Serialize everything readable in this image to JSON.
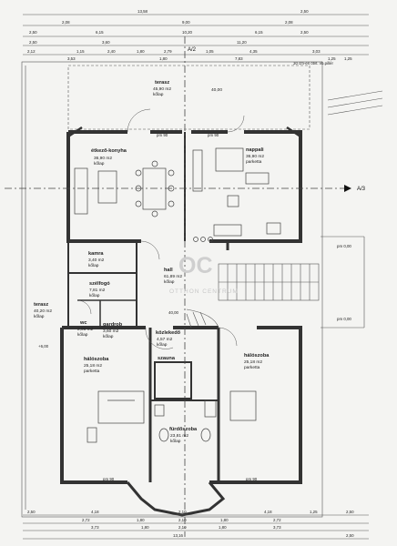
{
  "dims_top": [
    "13,58",
    "2,08",
    "9,00",
    "2,08",
    "2,50",
    "2,50",
    "6,15",
    "10,20",
    "6,15",
    "2,50",
    "2,50",
    "2,12",
    "3,60",
    "11,20",
    "1,15",
    "2,40",
    "1,80",
    "2,79",
    "1,05",
    "4,35",
    "3,03",
    "3,53",
    "1,80",
    "7,83",
    "1,25",
    "1,25"
  ],
  "dims_bottom": [
    "2,50",
    "4,18",
    "2,10",
    "4,18",
    "1,25",
    "2,50",
    "2,72",
    "1,80",
    "2,10",
    "1,80",
    "2,72",
    "3,73",
    "1,80",
    "2,10",
    "1,80",
    "3,73",
    "13,16",
    "2,50"
  ],
  "roof_note": "30 cm-es ötvt. vb.pillér",
  "section_labels": {
    "a2": "A/2",
    "a3": "A/3"
  },
  "rooms": [
    {
      "id": "terasz-top",
      "name": "terasz",
      "area": "45,90 m2",
      "floor": "kőlap",
      "level": "40,00"
    },
    {
      "id": "etkezo",
      "name": "étkező-konyha",
      "area": "36,90 m2",
      "floor": "kőlap"
    },
    {
      "id": "nappali",
      "name": "nappali",
      "area": "36,90 m2",
      "floor": "parketta"
    },
    {
      "id": "kamra",
      "name": "kamra",
      "area": "3,40 m2",
      "floor": "kőlap"
    },
    {
      "id": "szelfogo",
      "name": "szélfogó",
      "area": "7,81 m2",
      "floor": "kőlap"
    },
    {
      "id": "hall",
      "name": "hall",
      "area": "61,89 m2",
      "floor": "kőlap"
    },
    {
      "id": "terasz-left",
      "name": "terasz",
      "area": "40,20 m2",
      "floor": "kőlap"
    },
    {
      "id": "wc",
      "name": "wc",
      "area": "2,96 m2",
      "floor": "kőlap"
    },
    {
      "id": "gardrob",
      "name": "gardrob",
      "area": "3,60 m2",
      "floor": "kőlap"
    },
    {
      "id": "kozlekedo",
      "name": "közlekedő",
      "area": "4,57 m2",
      "floor": "kőlap"
    },
    {
      "id": "szauna",
      "name": "szauna",
      "area": "",
      "floor": ""
    },
    {
      "id": "halo1",
      "name": "hálószoba",
      "area": "25,18 m2",
      "floor": "parketta"
    },
    {
      "id": "furdo",
      "name": "fürdőszoba",
      "area": "23,81 m2",
      "floor": "kőlap"
    },
    {
      "id": "halo2",
      "name": "hálószoba",
      "area": "25,18 m2",
      "floor": "parketta"
    }
  ],
  "levels": {
    "pm90": "pm 90",
    "pm000": "pm 0,00",
    "plus600": "+6,00",
    "minus400": "40,00"
  },
  "watermark": {
    "logo": "OC",
    "line": "OTTHON CENTRUM"
  },
  "colors": {
    "wall": "#333333",
    "paper": "#f4f4f2",
    "dash": "#444444"
  }
}
